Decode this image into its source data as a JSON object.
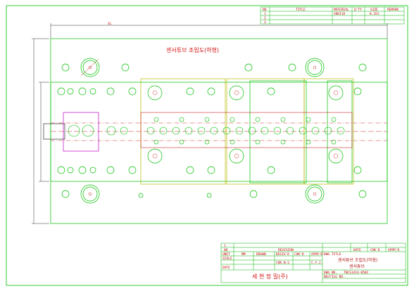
{
  "drawing": {
    "main_label": "센서튜브 조립도(하형)",
    "dimension_label": "SL"
  },
  "revision_table_top": {
    "headers": [
      "NO",
      "TITLE",
      "MATERIAL",
      "Q'TY",
      "SIZE",
      "REMARK"
    ],
    "rows": [
      {
        "no": "",
        "title": "",
        "material": "SKD11H",
        "qty": "",
        "size": "0.35t",
        "remark": ""
      },
      {
        "no": "1",
        "title": "",
        "material": "",
        "qty": "",
        "size": "",
        "remark": ""
      },
      {
        "no": "2",
        "title": "",
        "material": "",
        "qty": "",
        "size": "",
        "remark": ""
      },
      {
        "no": "3",
        "title": "",
        "material": "",
        "qty": "",
        "size": "",
        "remark": ""
      }
    ]
  },
  "title_block": {
    "revision_header": "REVISION",
    "no_label": "NO",
    "row1_no": "1",
    "date_label": "DATE",
    "chk_label": "CHK'D",
    "appr_label": "APPR'D",
    "unit_label": "UNIT",
    "unit_value": "MM",
    "scale_label": "SCALE",
    "drawn_label": "DRAWN",
    "desig_label": "DESIG'D",
    "chk_label2": "CHK'D",
    "appr_label2": "APPR'D",
    "chk_value": "CHK.N.S",
    "appr_value": "C.Y.J.",
    "date_label2": "DATE",
    "dwg_title_label": "DWG TITLE",
    "dwg_title": "센서튜브 조립도(하형)",
    "dwg_subtitle": "센서튜브",
    "company": "세 현 정 밀(주)",
    "dwg_no_label": "DWG NO.",
    "dwg_no": "TNCS1414-0502",
    "file_no_label": "NO/FILE NO."
  }
}
